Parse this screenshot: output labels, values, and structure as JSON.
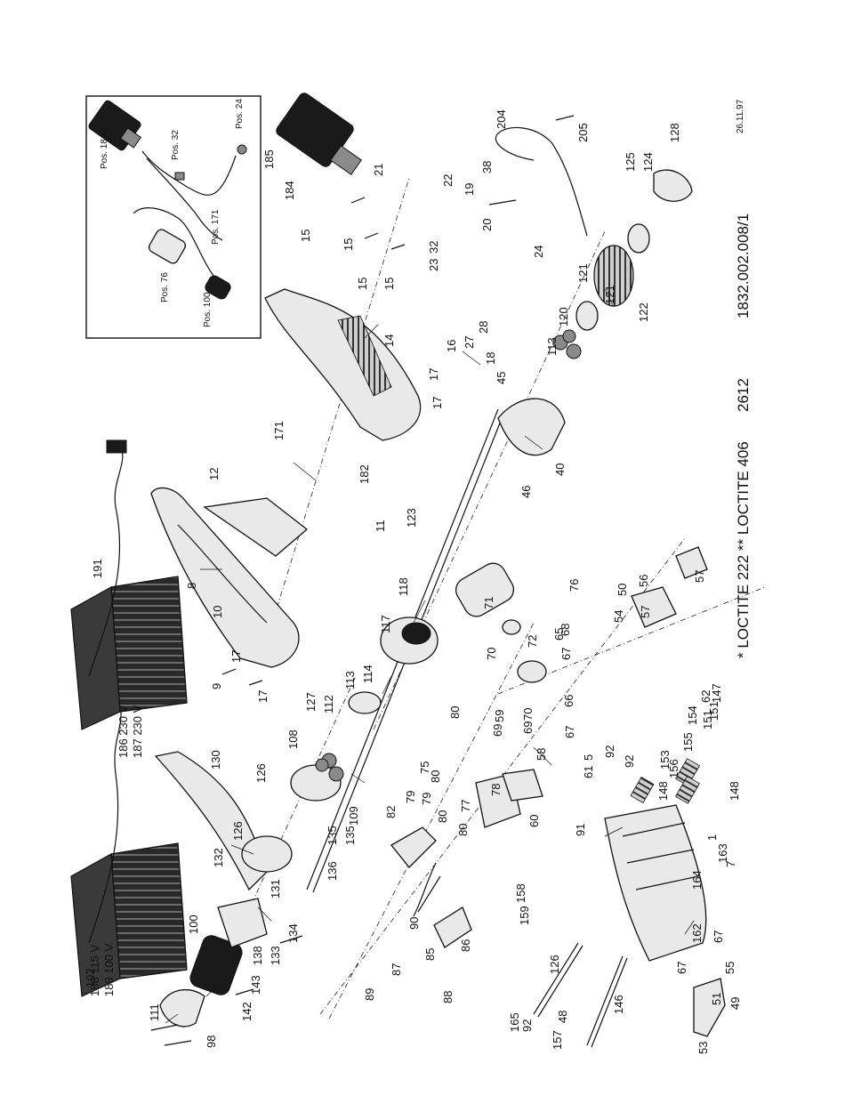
{
  "footer": {
    "notes": "* LOCTITE 222  ** LOCTITE 406",
    "code": "2612",
    "drawing_number": "1832.002.008/1",
    "date": "26.11.97"
  },
  "inset": {
    "labels": [
      "Pos. 184",
      "Pos. 32",
      "Pos. 24",
      "Pos. 171",
      "Pos. 76",
      "Pos. 100"
    ]
  },
  "chargers": [
    {
      "ids_a": "188  115 V",
      "ids_b": "189  100 V",
      "pos": "192"
    },
    {
      "ids_a": "186  230 V",
      "ids_b": "187  230 V",
      "pos": "191"
    }
  ],
  "part_labels": [
    "111",
    "98",
    "142",
    "143",
    "138",
    "133",
    "134",
    "100",
    "132",
    "126",
    "131",
    "130",
    "136",
    "135",
    "135",
    "126",
    "108",
    "127",
    "109",
    "112",
    "113",
    "114",
    "117",
    "118",
    "123",
    "9",
    "17",
    "17",
    "10",
    "8",
    "12",
    "171",
    "182",
    "11",
    "15",
    "15",
    "15",
    "15",
    "14",
    "32",
    "23",
    "22",
    "19",
    "38",
    "20",
    "21",
    "184",
    "185",
    "16",
    "27",
    "28",
    "17",
    "17",
    "18",
    "45",
    "40",
    "46",
    "24",
    "204",
    "205",
    "113",
    "120",
    "121",
    "121",
    "122",
    "124",
    "125",
    "128",
    "89",
    "87",
    "88",
    "85",
    "86",
    "90",
    "82",
    "79",
    "80",
    "80",
    "80",
    "75",
    "77",
    "78",
    "60",
    "58",
    "79",
    "80",
    "59",
    "69",
    "70",
    "69",
    "70",
    "72",
    "71",
    "76",
    "68",
    "65",
    "67",
    "66",
    "67",
    "5",
    "61",
    "92",
    "92",
    "91",
    "159",
    "158",
    "165",
    "92",
    "157",
    "48",
    "126",
    "146",
    "148",
    "156",
    "153",
    "155",
    "151",
    "154",
    "62",
    "151",
    "147",
    "148",
    "1",
    "7",
    "163",
    "164",
    "162",
    "67",
    "67",
    "55",
    "51",
    "49",
    "53",
    "54",
    "50",
    "56",
    "57",
    "57"
  ]
}
